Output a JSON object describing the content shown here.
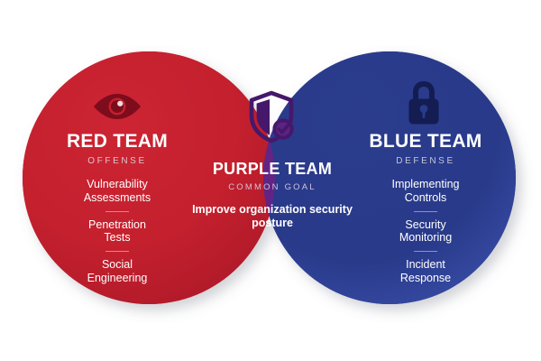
{
  "diagram": {
    "type": "venn",
    "colors": {
      "red": "#c4202e",
      "red_dark": "#a9182a",
      "blue": "#293a8a",
      "blue_light": "#3a4fa8",
      "purple": "#5c2382",
      "eye_icon": "#7d0c1c",
      "lock_icon": "#131d52",
      "shield_icon": "#45186b"
    }
  },
  "red_team": {
    "title": "RED TEAM",
    "subtitle": "OFFENSE",
    "icon": "eye-icon",
    "items": [
      "Vulnerability\nAssessments",
      "Penetration\nTests",
      "Social\nEngineering"
    ],
    "items_flat": [
      "Vulnerability Assessments",
      "Penetration Tests",
      "Social Engineering"
    ]
  },
  "purple_team": {
    "title": "PURPLE  TEAM",
    "subtitle": "COMMON GOAL",
    "icon": "shield-check-icon",
    "goal": "Improve organization security posture"
  },
  "blue_team": {
    "title": "BLUE TEAM",
    "subtitle": "DEFENSE",
    "icon": "lock-icon",
    "items": [
      "Implementing\nControls",
      "Security\nMonitoring",
      "Incident\nResponse"
    ],
    "items_flat": [
      "Implementing Controls",
      "Security Monitoring",
      "Incident Response"
    ]
  }
}
